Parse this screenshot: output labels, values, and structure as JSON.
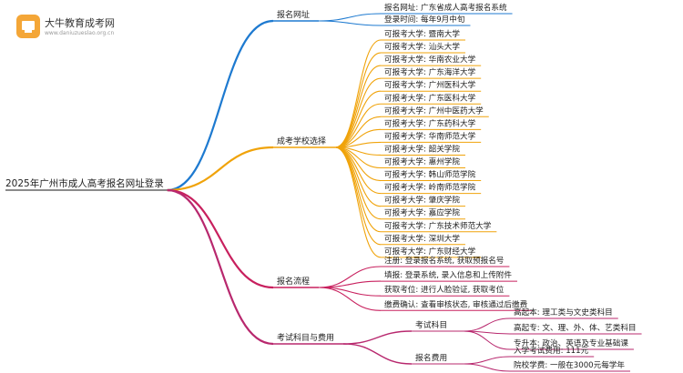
{
  "logo": {
    "name": "大牛教育成考网",
    "url": "www.daniuzueslao.org.cn"
  },
  "root": "2025年广州市成人高考报名网址登录",
  "branches": [
    {
      "label": "报名网址",
      "color": "#1e7ad0",
      "children": [
        {
          "label": "报名网址: 广东省成人高考报名系统"
        },
        {
          "label": "登录时间: 每年9月中旬"
        }
      ]
    },
    {
      "label": "成考学校选择",
      "color": "#f0a30a",
      "children": [
        {
          "label": "可报考大学: 暨南大学"
        },
        {
          "label": "可报考大学: 汕头大学"
        },
        {
          "label": "可报考大学: 华南农业大学"
        },
        {
          "label": "可报考大学: 广东海洋大学"
        },
        {
          "label": "可报考大学: 广州医科大学"
        },
        {
          "label": "可报考大学: 广东医科大学"
        },
        {
          "label": "可报考大学: 广州中医药大学"
        },
        {
          "label": "可报考大学: 广东药科大学"
        },
        {
          "label": "可报考大学: 华南师范大学"
        },
        {
          "label": "可报考大学: 韶关学院"
        },
        {
          "label": "可报考大学: 惠州学院"
        },
        {
          "label": "可报考大学: 韩山师范学院"
        },
        {
          "label": "可报考大学: 岭南师范学院"
        },
        {
          "label": "可报考大学: 肇庆学院"
        },
        {
          "label": "可报考大学: 嘉应学院"
        },
        {
          "label": "可报考大学: 广东技术师范大学"
        },
        {
          "label": "可报考大学: 深圳大学"
        },
        {
          "label": "可报考大学: 广东财经大学"
        }
      ]
    },
    {
      "label": "报名流程",
      "color": "#c8205e",
      "children": [
        {
          "label": "注册: 登录报名系统, 获取预报名号"
        },
        {
          "label": "填报: 登录系统, 录入信息和上传附件"
        },
        {
          "label": "获取考位: 进行人脸验证, 获取考位"
        },
        {
          "label": "缴费确认: 查看审核状态, 审核通过后缴费"
        }
      ]
    },
    {
      "label": "考试科目与费用",
      "color": "#b8286e",
      "children": [
        {
          "label": "考试科目",
          "children": [
            {
              "label": "高起本: 理工类与文史类科目"
            },
            {
              "label": "高起专: 文、理、外、体、艺类科目"
            },
            {
              "label": "专升本: 政治、英语及专业基础课"
            }
          ]
        },
        {
          "label": "报名费用",
          "children": [
            {
              "label": "入学考试费用: 111元"
            },
            {
              "label": "院校学费: 一般在3000元每学年"
            }
          ]
        }
      ]
    }
  ]
}
